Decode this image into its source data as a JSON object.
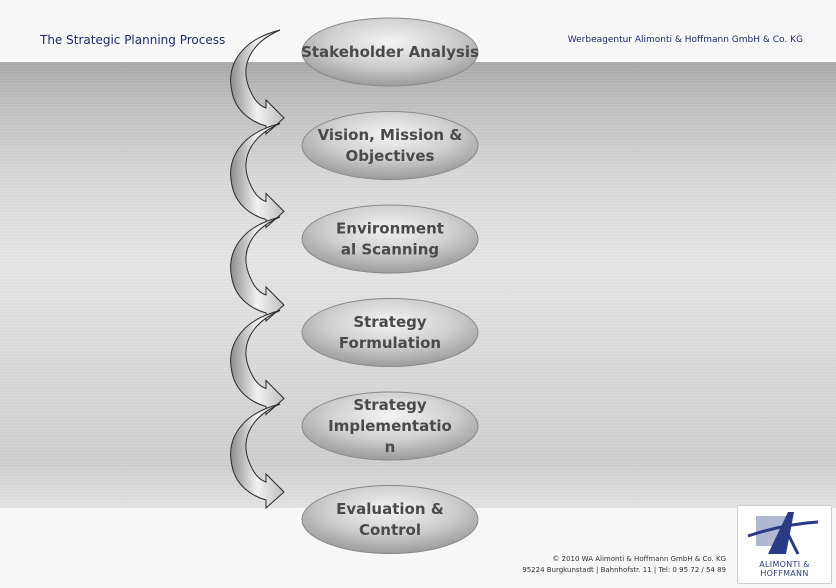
{
  "header": {
    "title": "The Strategic Planning Process",
    "company": "Werbeagentur Alimonti & Hoffmann GmbH & Co. KG"
  },
  "nodes": [
    {
      "lines": [
        "Stakeholder Analysis"
      ]
    },
    {
      "lines": [
        "Vision, Mission &",
        "Objectives"
      ]
    },
    {
      "lines": [
        "Environment",
        "al Scanning"
      ]
    },
    {
      "lines": [
        "Strategy",
        "Formulation"
      ]
    },
    {
      "lines": [
        "Strategy",
        "Implementatio",
        "n"
      ]
    },
    {
      "lines": [
        "Evaluation &",
        "Control"
      ]
    }
  ],
  "footer": {
    "line1": "© 2010 WA Alimonti & Hoffmann GmbH & Co. KG",
    "line2": "95224 Burgkunstadt | Bahnhofstr. 11 | Tel: 0 95 72 / 54 89"
  },
  "logo": {
    "line1": "ALIMONTI &",
    "line2": "HOFFMANN"
  },
  "colors": {
    "title_text": "#1f2a6b",
    "node_text": "#4a4a4a",
    "logo_blue": "#2b3a86"
  }
}
